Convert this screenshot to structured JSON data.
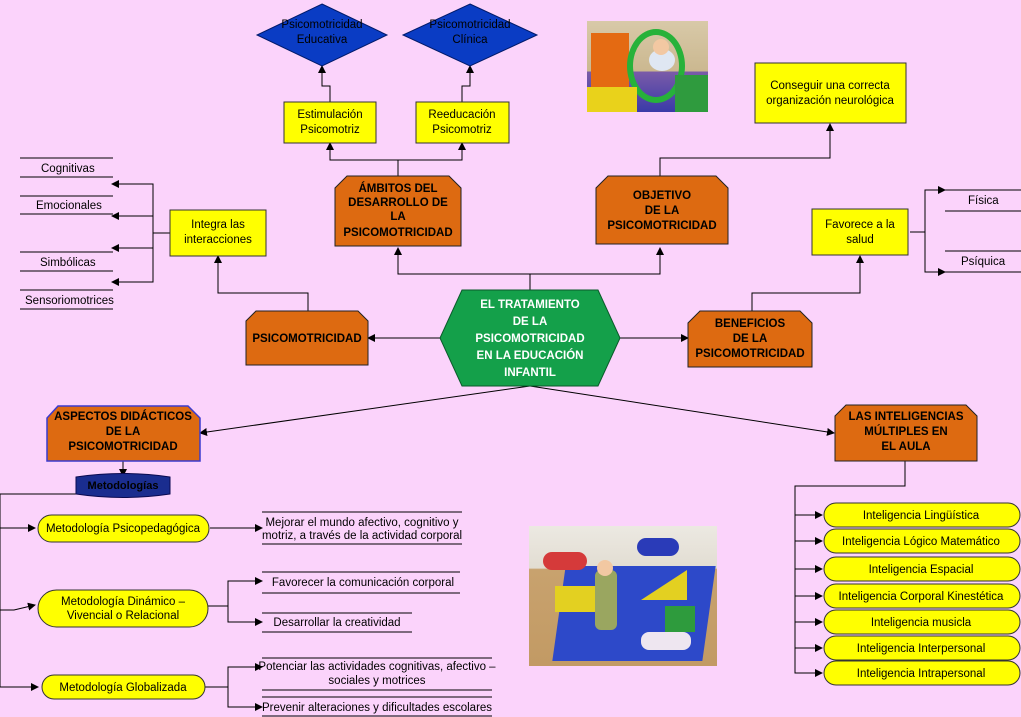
{
  "central": [
    "EL TRATAMIENTO",
    "DE LA",
    "PSICOMOTRICIDAD",
    "EN LA EDUCACIÓN",
    "INFANTIL"
  ],
  "psicomotricidad": "PSICOMOTRICIDAD",
  "integra": [
    "Integra las",
    "interacciones"
  ],
  "interacciones": [
    "Cognitivas",
    "Emocionales",
    "Simbólicas",
    "Sensoriomotrices"
  ],
  "ambitos": [
    "ÁMBITOS DEL",
    "DESARROLLO DE",
    "LA",
    "PSICOMOTRICIDAD"
  ],
  "estimulacion": [
    "Estimulación",
    "Psicomotriz"
  ],
  "reeducacion": [
    "Reeducación",
    "Psicomotriz"
  ],
  "educativa": [
    "Psicomotricidad",
    "Educativa"
  ],
  "clinica": [
    "Psicomotricidad",
    "Clínica"
  ],
  "objetivo": [
    "OBJETIVO",
    "DE LA",
    "PSICOMOTRICIDAD"
  ],
  "conseguir": [
    "Conseguir una correcta",
    "organización neurológica"
  ],
  "beneficios": [
    "BENEFICIOS",
    "DE LA",
    "PSICOMOTRICIDAD"
  ],
  "favorece": [
    "Favorece a la",
    "salud"
  ],
  "salud": [
    "Física",
    "Psíquica"
  ],
  "aspectos": [
    "ASPECTOS DIDÁCTICOS",
    "DE LA",
    "PSICOMOTRICIDAD"
  ],
  "metodologias": "Metodologías",
  "met_psico": "Metodología Psicopedagógica",
  "met_psico_desc": [
    "Mejorar el mundo afectivo, cognitivo y",
    "motriz, a través de la actividad corporal"
  ],
  "met_dinamico": [
    "Metodología Dinámico –",
    "Vivencial o Relacional"
  ],
  "met_dinamico_items": [
    "Favorecer la comunicación corporal",
    "Desarrollar la creatividad"
  ],
  "met_global": "Metodología Globalizada",
  "met_global_items": [
    [
      "Potenciar las actividades cognitivas, afectivo –",
      "sociales y motrices"
    ],
    "Prevenir alteraciones y dificultades escolares"
  ],
  "inteligencias_title": [
    "LAS INTELIGENCIAS",
    "MÚLTIPLES EN",
    "EL AULA"
  ],
  "inteligencias": [
    "Inteligencia Lingüística",
    "Inteligencia Lógico Matemático",
    "Inteligencia Espacial",
    "Inteligencia Corporal Kinestética",
    "Inteligencia musicla",
    "Inteligencia Interpersonal",
    "Inteligencia Intrapersonal"
  ],
  "colors": {
    "background": "#fbd3fb",
    "orange": "#dd6a11",
    "green": "#14a04a",
    "yellow": "#ffff00",
    "blue": "#0a3cc4",
    "navy": "#1a2d8f"
  },
  "images": [
    "photo-child-crawling",
    "photo-children-gym-mats"
  ]
}
